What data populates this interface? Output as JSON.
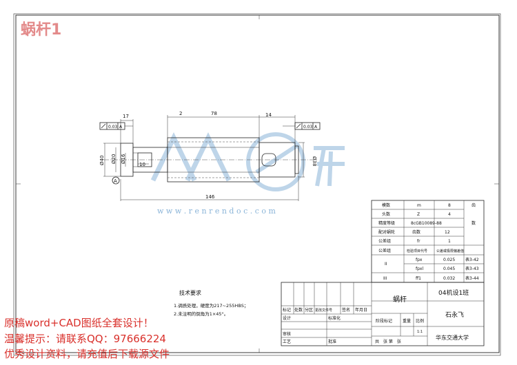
{
  "title": "蜗杆1",
  "dims": {
    "d17": "17",
    "d2": "2",
    "d78": "78",
    "d14": "14",
    "d40": "Ø40",
    "d20": "Ø20",
    "d16": "Ø16",
    "d10": "10",
    "d38": "Ø38",
    "d146": "146",
    "tol_left": "0.03",
    "tol_right": "0.03",
    "datum_left": "A",
    "datum_right": "A",
    "datum_a": "A"
  },
  "tech": {
    "heading": "技术要求",
    "line1": "1.调质处理，硬度为217~255HBS；",
    "line2": "2.未注明的倒角为1×45°。"
  },
  "params": {
    "hdr_m": "模数",
    "val_m_sym": "m",
    "val_m": "8",
    "hdr_z": "头数",
    "val_z_sym": "Z",
    "val_z": "4",
    "hdr_std": "精度等级",
    "val_std": "8cGB10089-88",
    "hdr_pair": "配对蜗轮",
    "hdr_pair2": "齿数",
    "val_pair": "12",
    "hdr_tol": "公差组",
    "val_tol_sym": "fr",
    "val_tol": "1",
    "hdr_chk": "公差组",
    "hdr_chk2": "检验项目代号",
    "hdr_chk3": "公差或极限偏差值",
    "g2": "II",
    "r1_sym": "fpx",
    "r1_v": "0.025",
    "r2_sym": "fpxl",
    "r2_v": "0.045",
    "g3": "III",
    "r3_sym": "ff1",
    "r3_v": "0.032",
    "side1": "齿",
    "side2": "数",
    "side3": "表3-42",
    "side4": "表3-43",
    "side5": "表3-44"
  },
  "titleblock": {
    "part": "蜗杆",
    "class": "04机设1班",
    "name": "石永飞",
    "school": "华东交通大学",
    "c_mark": "标记",
    "c_qty": "处数",
    "c_zone": "分区",
    "c_doc": "更改文件号",
    "c_sign": "签名",
    "c_date": "年月日",
    "design": "设计",
    "std": "标准化",
    "review": "审核",
    "process": "工艺",
    "approve": "批准",
    "stage": "阶段标记",
    "weight": "重量",
    "scale": "比例",
    "scale_v": "1:1",
    "sheets": "共　张 第　张"
  },
  "watermark": {
    "url": "w w w . r e n r e n d o c . c o m",
    "brand": "人人文库"
  },
  "notices": {
    "line1": "原稿word+CAD图纸全套设计！",
    "line2": "温馨提示：请联系QQ：97666224",
    "line3": "优秀设计资料，请充值后下载源文件"
  }
}
